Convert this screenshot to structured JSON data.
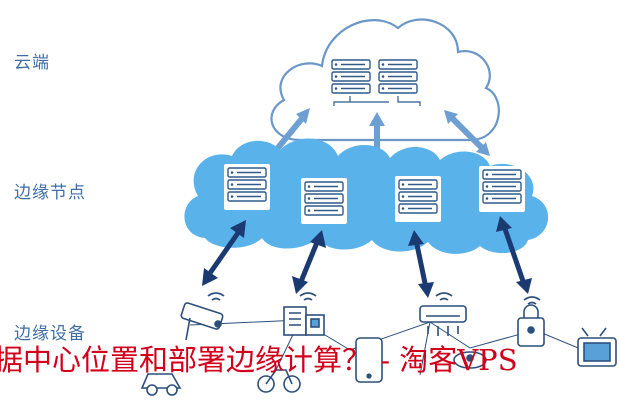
{
  "labels": {
    "cloud": "云端",
    "edge_nodes": "边缘节点",
    "edge_devices": "边缘设备"
  },
  "overlay_caption": "据中心位置和部署边缘计算？ - 淘客VPS",
  "colors": {
    "label_text": "#3f6fa6",
    "cloud_outline": "#6a97c8",
    "edge_cloud_fill": "#59b3ea",
    "server_outline": "#2f5a8c",
    "arrow_light": "#6e9fd2",
    "arrow_dark": "#1b3a72",
    "device_stroke": "#2c4f7c",
    "caption": "#d2001a"
  },
  "icons": [
    "server-rack-icon",
    "camera-icon",
    "building-icon",
    "scooter-icon",
    "smartphone-icon",
    "air-conditioner-icon",
    "robot-vacuum-icon",
    "smart-lock-icon",
    "tv-icon",
    "car-icon"
  ]
}
